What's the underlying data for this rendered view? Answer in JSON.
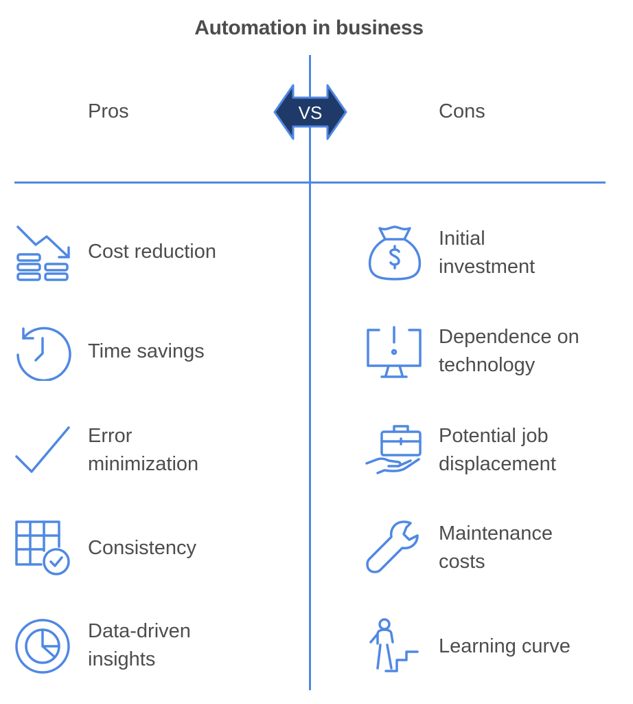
{
  "title": "Automation in business",
  "header": {
    "pros_label": "Pros",
    "cons_label": "Cons",
    "vs_label": "VS"
  },
  "colors": {
    "accent": "#4f88e3",
    "badge_fill": "#1f3a68",
    "text": "#4d4d4d"
  },
  "pros": [
    {
      "label": "Cost reduction",
      "icon": "coins-trend-down-icon"
    },
    {
      "label": "Time savings",
      "icon": "clock-icon"
    },
    {
      "label": "Error\nminimization",
      "icon": "checkmark-icon"
    },
    {
      "label": "Consistency",
      "icon": "grid-check-icon"
    },
    {
      "label": "Data-driven\ninsights",
      "icon": "pie-chart-icon"
    }
  ],
  "cons": [
    {
      "label": "Initial\ninvestment",
      "icon": "money-bag-icon"
    },
    {
      "label": "Dependence on\ntechnology",
      "icon": "monitor-alert-icon"
    },
    {
      "label": "Potential job\ndisplacement",
      "icon": "hand-briefcase-icon"
    },
    {
      "label": "Maintenance\ncosts",
      "icon": "wrench-icon"
    },
    {
      "label": "Learning curve",
      "icon": "person-stairs-icon"
    }
  ]
}
